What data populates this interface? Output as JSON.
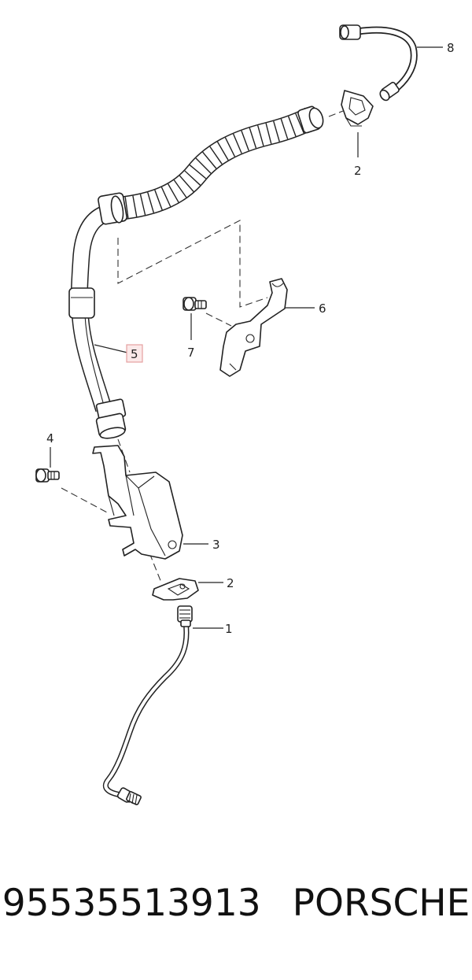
{
  "callouts": {
    "c1": "1",
    "c2a": "2",
    "c2b": "2",
    "c3": "3",
    "c4": "4",
    "c5": "5",
    "c6": "6",
    "c7": "7",
    "c8": "8"
  },
  "footer": {
    "part_number": "95535513913",
    "brand": "PORSCHE"
  },
  "colors": {
    "line": "#222222",
    "highlight_box": "#e5a0a0",
    "highlight_text": "#cc2222"
  }
}
